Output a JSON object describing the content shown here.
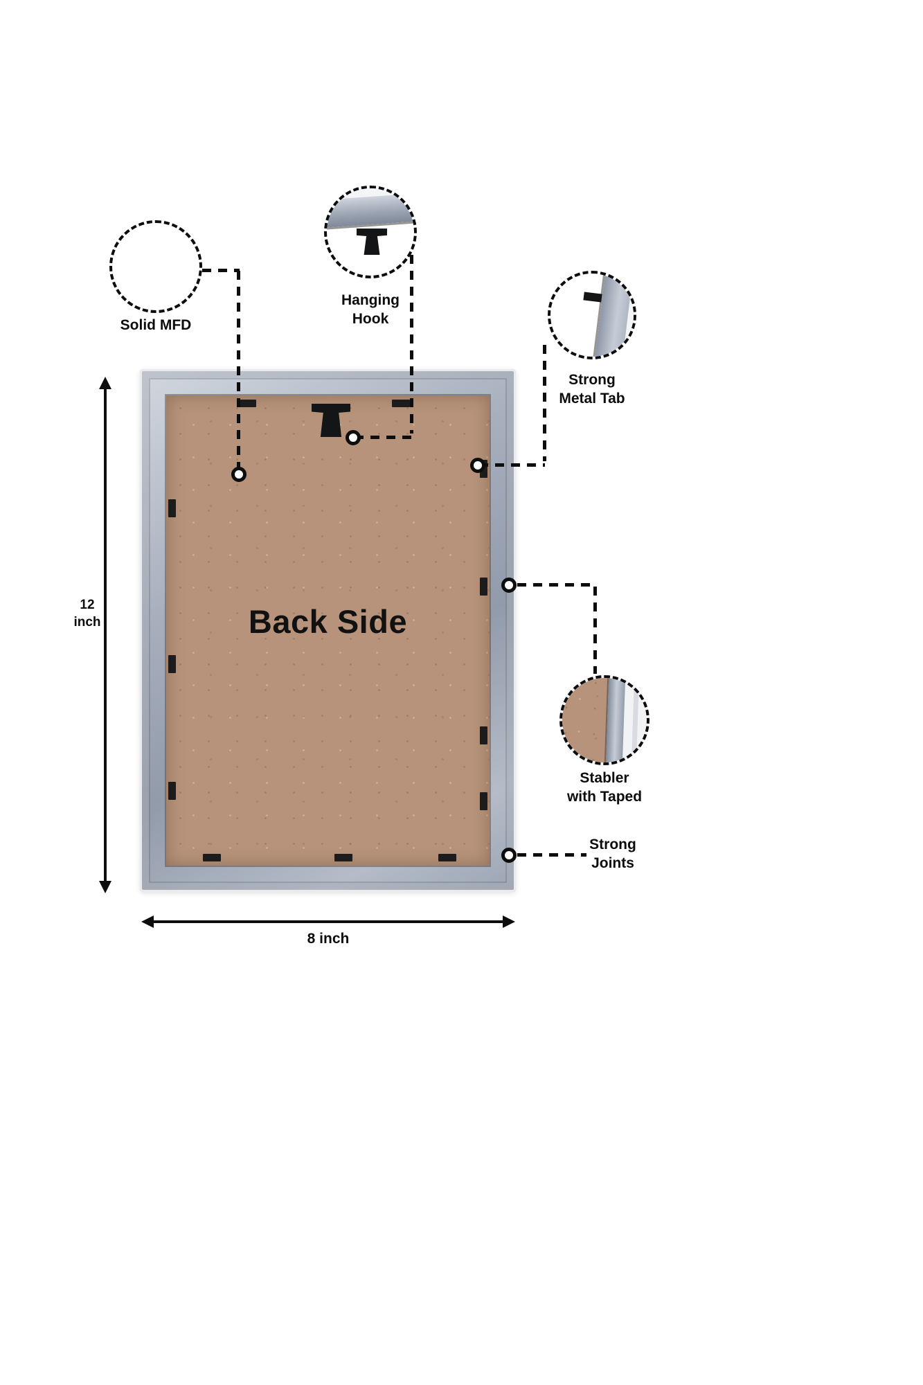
{
  "frame": {
    "back_label": "Back Side"
  },
  "callouts": {
    "solid_mfd": {
      "label": "Solid MFD"
    },
    "hanging_hook": {
      "line1": "Hanging",
      "line2": "Hook"
    },
    "strong_metal_tab": {
      "line1": "Strong",
      "line2": "Metal Tab"
    },
    "stabler_with_taped": {
      "line1": "Stabler",
      "line2": "with Taped"
    },
    "strong_joints": {
      "line1": "Strong",
      "line2": "Joints"
    }
  },
  "dimensions": {
    "height_value": "12",
    "height_unit": "inch",
    "width_label": "8 inch"
  },
  "colors": {
    "mdf_brown": "#b6937a",
    "frame_silver": "#a8b0bd",
    "accent_black": "#0d0d0d",
    "background": "#ffffff"
  }
}
